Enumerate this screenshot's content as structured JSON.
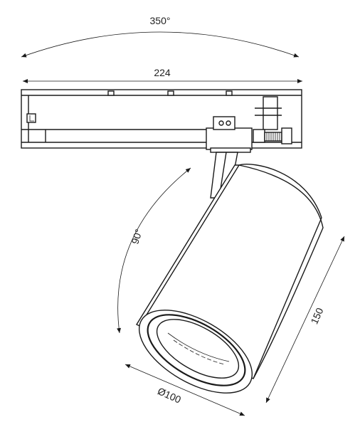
{
  "dimensions": {
    "rotation_horizontal": "350°",
    "length": "224",
    "tilt": "90°",
    "height": "150",
    "diameter": "Ø100"
  },
  "colors": {
    "ink": "#1a1a1a",
    "background": "#ffffff"
  }
}
